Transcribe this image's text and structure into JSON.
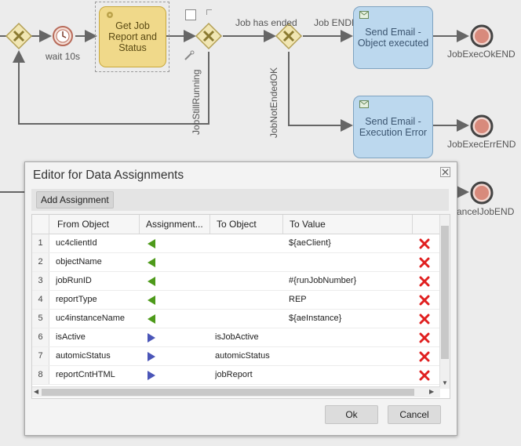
{
  "canvas": {
    "timer_label": "wait 10s",
    "task_get_job": "Get Job Report and Status",
    "flow_job_has_ended": "Job has ended",
    "flow_job_ended_ok": "Job ENDED_OK",
    "flow_job_still_running": "JobStillRunning",
    "flow_job_not_ended_ok": "JobNotEndedOK",
    "task_send_email_ok": "Send Email - Object executed",
    "task_send_email_err": "Send Email - Execution Error",
    "end_ok": "JobExecOkEND",
    "end_err": "JobExecErrEND",
    "end_cancel": "ancelJobEND"
  },
  "dialog": {
    "title": "Editor for Data Assignments",
    "add_button": "Add Assignment",
    "columns": [
      "From Object",
      "Assignment...",
      "To Object",
      "To Value"
    ],
    "rows": [
      {
        "num": "1",
        "from": "uc4clientId",
        "direction": "left",
        "to_object": "",
        "to_value": "${aeClient}"
      },
      {
        "num": "2",
        "from": "objectName",
        "direction": "left",
        "to_object": "",
        "to_value": ""
      },
      {
        "num": "3",
        "from": "jobRunID",
        "direction": "left",
        "to_object": "",
        "to_value": "#{runJobNumber}"
      },
      {
        "num": "4",
        "from": "reportType",
        "direction": "left",
        "to_object": "",
        "to_value": "REP"
      },
      {
        "num": "5",
        "from": "uc4instanceName",
        "direction": "left",
        "to_object": "",
        "to_value": "${aeInstance}"
      },
      {
        "num": "6",
        "from": "isActive",
        "direction": "right",
        "to_object": "isJobActive",
        "to_value": ""
      },
      {
        "num": "7",
        "from": "automicStatus",
        "direction": "right",
        "to_object": "automicStatus",
        "to_value": ""
      },
      {
        "num": "8",
        "from": "reportCntHTML",
        "direction": "right",
        "to_object": "jobReport",
        "to_value": ""
      }
    ],
    "ok_button": "Ok",
    "cancel_button": "Cancel"
  },
  "colors": {
    "assign_in": "#4d9a1a",
    "assign_out": "#4a55b8",
    "delete": "#e02020",
    "task_yellow": "#f0d98a",
    "task_blue": "#bcd8ee"
  }
}
